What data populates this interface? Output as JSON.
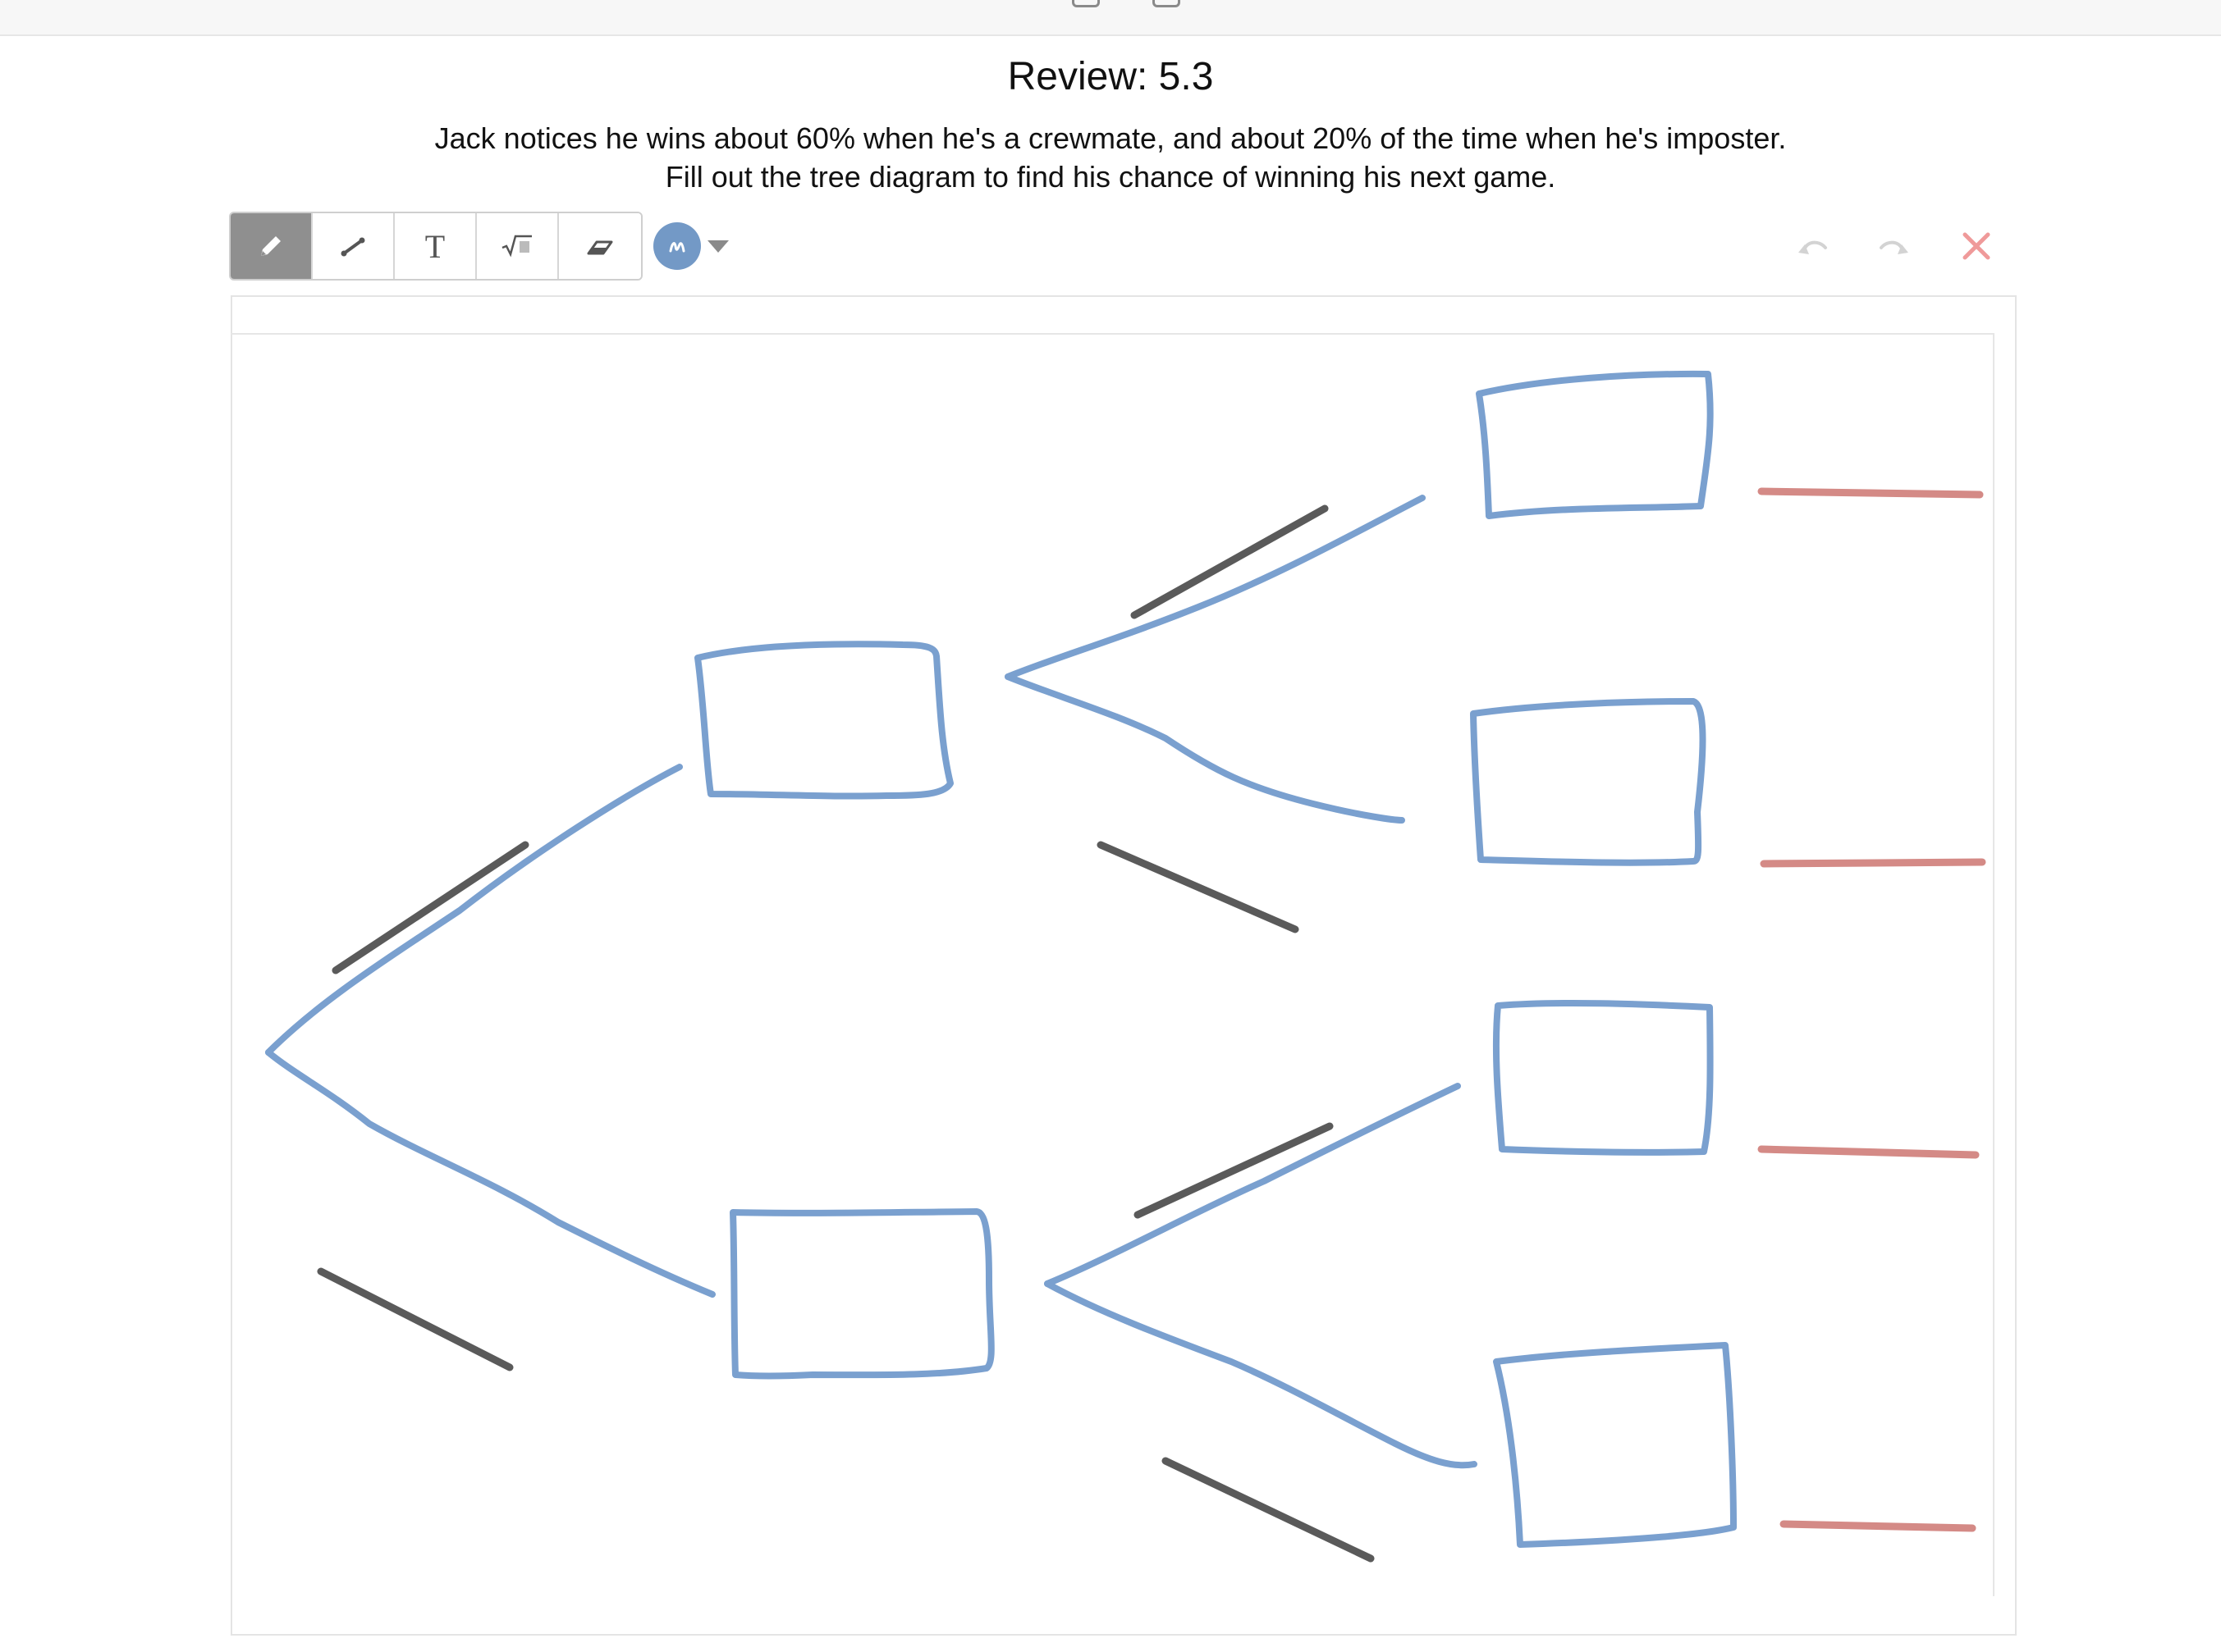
{
  "question": {
    "title": "Review: 5.3",
    "line1": "Jack notices he wins about 60% when he's a crewmate, and about 20% of the time when he's imposter.",
    "line2": "Fill out the tree diagram to find his chance of winning his next game."
  },
  "toolbar": {
    "tools": [
      {
        "name": "pencil-icon",
        "active": true
      },
      {
        "name": "line-icon",
        "active": false
      },
      {
        "name": "text-icon",
        "glyph": "T",
        "active": false
      },
      {
        "name": "math-icon",
        "active": false
      },
      {
        "name": "eraser-icon",
        "active": false
      }
    ],
    "selected_color": "#7399c6",
    "actions": [
      "undo-icon",
      "redo-icon",
      "clear-icon"
    ]
  },
  "drawing": {
    "stroke_colors": {
      "tree": "#7aa0cf",
      "probability_lines": "#5a5a5a",
      "answer_lines": "#d48a86"
    }
  }
}
